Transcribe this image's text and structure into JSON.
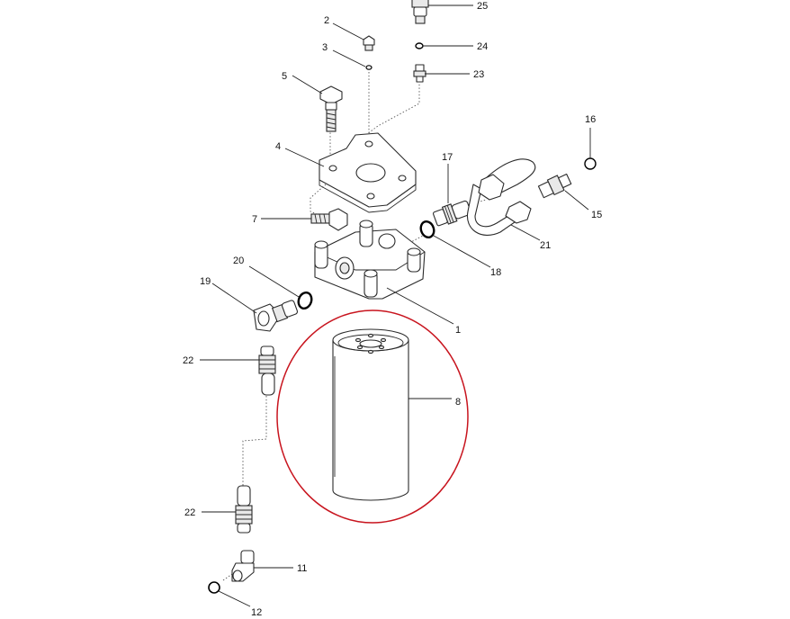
{
  "diagram": {
    "callouts": [
      {
        "id": "c1",
        "text": "1"
      },
      {
        "id": "c2",
        "text": "2"
      },
      {
        "id": "c3",
        "text": "3"
      },
      {
        "id": "c4",
        "text": "4"
      },
      {
        "id": "c5",
        "text": "5"
      },
      {
        "id": "c7",
        "text": "7"
      },
      {
        "id": "c8",
        "text": "8"
      },
      {
        "id": "c11",
        "text": "11"
      },
      {
        "id": "c12",
        "text": "12"
      },
      {
        "id": "c15",
        "text": "15"
      },
      {
        "id": "c16",
        "text": "16"
      },
      {
        "id": "c17",
        "text": "17"
      },
      {
        "id": "c18",
        "text": "18"
      },
      {
        "id": "c19",
        "text": "19"
      },
      {
        "id": "c20",
        "text": "20"
      },
      {
        "id": "c21",
        "text": "21"
      },
      {
        "id": "c22a",
        "text": "22"
      },
      {
        "id": "c22b",
        "text": "22"
      },
      {
        "id": "c23",
        "text": "23"
      },
      {
        "id": "c24",
        "text": "24"
      },
      {
        "id": "c25",
        "text": "25"
      }
    ],
    "highlight_color": "#c8141e",
    "line_color": "#2a2a2a"
  }
}
